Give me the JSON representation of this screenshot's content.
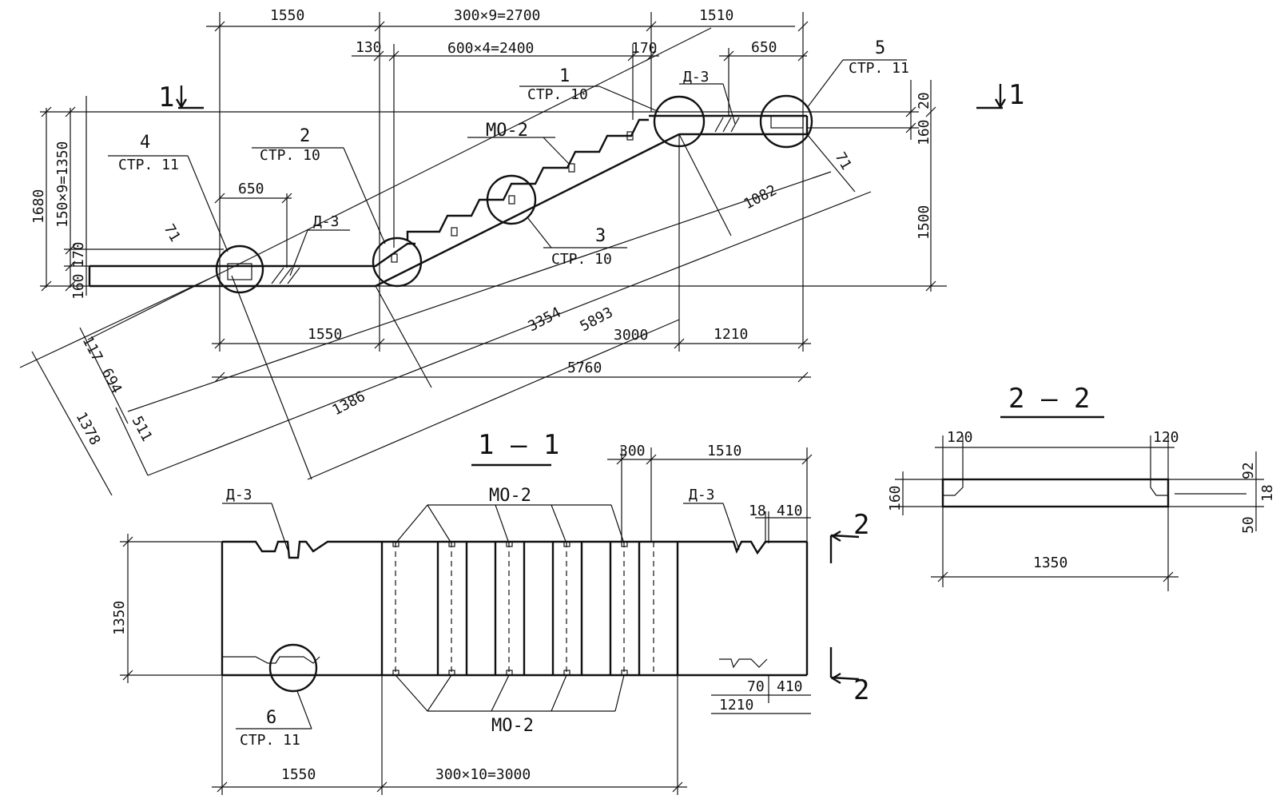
{
  "colors": {
    "ink": "#111111",
    "paper": "#ffffff"
  },
  "elevation": {
    "dims_top": [
      "1550",
      "300×9=2700",
      "1510"
    ],
    "dims_second": [
      "130",
      "600×4=2400",
      "170",
      "650"
    ],
    "dims_left": [
      "1680",
      "150×9=1350",
      "170",
      "160"
    ],
    "dims_right": [
      "20",
      "160",
      "1500"
    ],
    "dims_bottom": [
      "1550",
      "3000",
      "1210",
      "5760"
    ],
    "dims_slanted": [
      "1082",
      "3354",
      "5893",
      "1386",
      "71",
      "71"
    ],
    "dims_bottom_left": [
      "117",
      "694",
      "1378",
      "511"
    ],
    "left_small": [
      "650",
      "Д-3"
    ],
    "callouts": {
      "c1": {
        "num": "1",
        "ref": "СТР. 10"
      },
      "c2": {
        "num": "2",
        "ref": "СТР. 10"
      },
      "c3": {
        "num": "3",
        "ref": "СТР. 10"
      },
      "c4": {
        "num": "4",
        "ref": "СТР. 11"
      },
      "c5": {
        "num": "5",
        "ref": "СТР. 11"
      }
    },
    "mo2": "МО-2",
    "d3_right": "Д-3",
    "section_mark": "1"
  },
  "plan": {
    "title": "1 — 1",
    "mo2": [
      "МО-2",
      "МО-2"
    ],
    "d3": [
      "Д-3",
      "Д-3"
    ],
    "dims_top": [
      "300",
      "1510",
      "18",
      "410"
    ],
    "dims_right_bottom": [
      "70",
      "410",
      "1210"
    ],
    "dim_left": "1350",
    "dims_bottom": [
      "1550",
      "300×10=3000"
    ],
    "callout6": {
      "num": "6",
      "ref": "СТР. 11"
    },
    "section_mark": "2"
  },
  "section22": {
    "title": "2 — 2",
    "dims_top": [
      "120",
      "120"
    ],
    "dim_left": "160",
    "dims_right": [
      "92",
      "18",
      "50"
    ],
    "dim_bottom": "1350"
  }
}
